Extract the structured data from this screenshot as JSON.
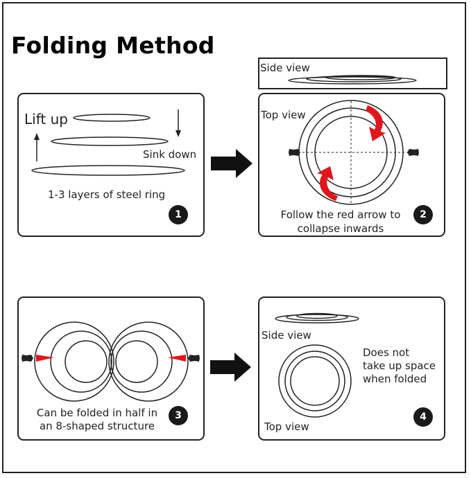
{
  "title": "Folding Method",
  "step1": {
    "lift_up": "Lift up",
    "sink_down": "Sink down",
    "caption": "1-3 layers of steel ring",
    "number": "1"
  },
  "step2": {
    "side_view": "Side view",
    "top_view": "Top view",
    "caption_line1": "Follow the red arrow to",
    "caption_line2": "collapse inwards",
    "number": "2"
  },
  "step3": {
    "caption_line1": "Can be folded in half in",
    "caption_line2": "an 8-shaped structure",
    "number": "3"
  },
  "step4": {
    "side_view": "Side view",
    "top_view": "Top view",
    "note_line1": "Does not",
    "note_line2": "take up space",
    "note_line3": "when folded",
    "number": "4"
  },
  "colors": {
    "arrow_red": "#e0161b",
    "line": "#222222"
  }
}
